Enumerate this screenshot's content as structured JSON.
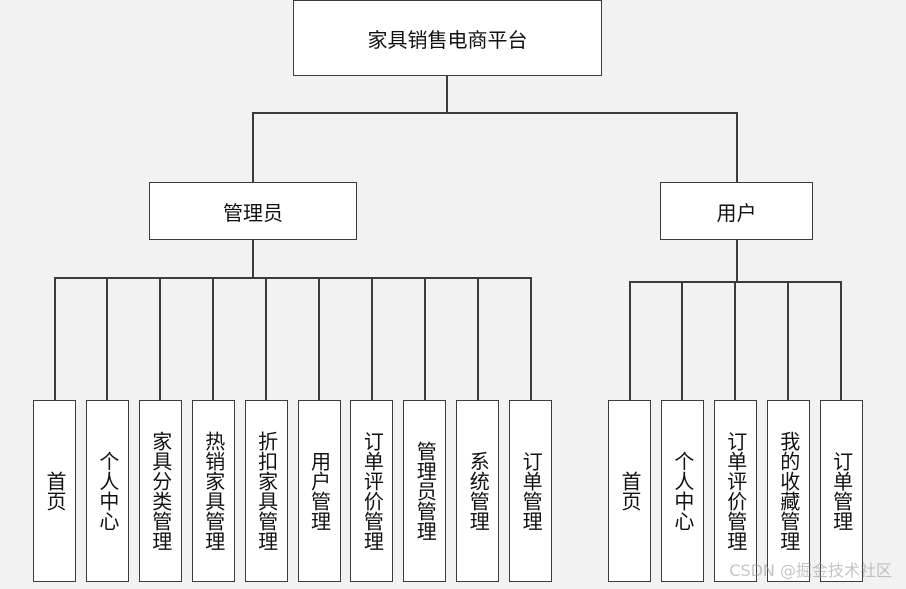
{
  "root": {
    "label": "家具销售电商平台"
  },
  "branches": [
    {
      "label": "管理员",
      "items": [
        "首页",
        "个人中心",
        "家具分类管理",
        "热销家具管理",
        "折扣家具管理",
        "用户管理",
        "订单评价管理",
        "管理员管理",
        "系统管理",
        "订单管理"
      ]
    },
    {
      "label": "用户",
      "items": [
        "首页",
        "个人中心",
        "订单评价管理",
        "我的收藏管理",
        "订单管理"
      ]
    }
  ],
  "watermark": "CSDN @掘金技术社区"
}
